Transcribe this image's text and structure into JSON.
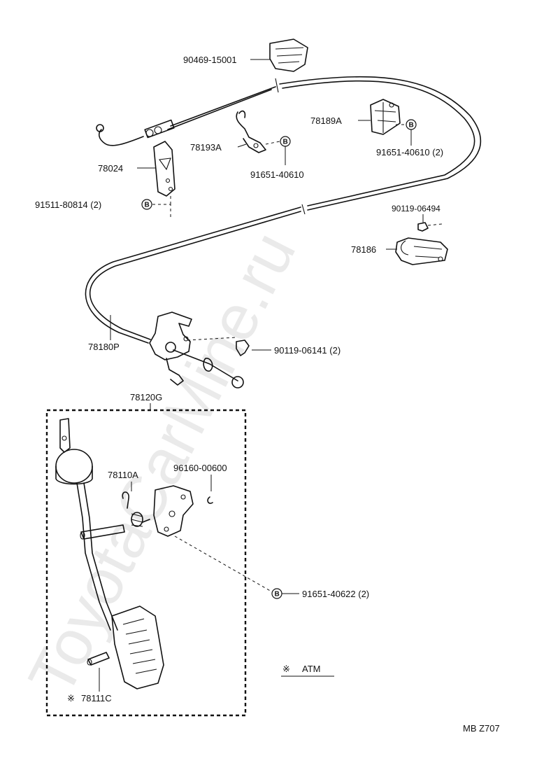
{
  "watermark": "ToyotaCarMine.ru",
  "diagram_code": "MB  Z707",
  "legend": {
    "mark": "※",
    "label": "ATM"
  },
  "fastener_mark": "B",
  "parts": {
    "cable_clip_top": "90469-15001",
    "bracket_upper_right": "78189A",
    "bracket_upper_right_bolt": "91651-40610 (2)",
    "clip_bracket_center": "78193A",
    "clip_bracket_center_bolt": "91651-40610",
    "cable_bracket_left": "78024",
    "cable_bracket_left_bolt": "91511-80814 (2)",
    "screw_right": "90119-06494",
    "clamp_right": "78186",
    "accel_cable": "78180P",
    "bracket_bolt_lower": "90119-06141 (2)",
    "pedal_assy": "78120G",
    "return_spring": "78110A",
    "ring": "96160-00600",
    "pedal_bracket_bolt": "91651-40622 (2)",
    "pedal_pin": "78111C"
  }
}
